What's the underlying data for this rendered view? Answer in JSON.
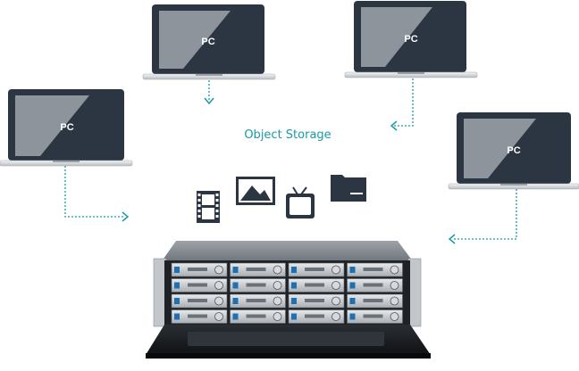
{
  "laptops": [
    {
      "label": "PC"
    },
    {
      "label": "PC"
    },
    {
      "label": "PC"
    },
    {
      "label": "PC"
    }
  ],
  "storage": {
    "label": "Object Storage"
  },
  "icons": [
    "film-icon",
    "image-icon",
    "tv-icon",
    "folder-icon"
  ],
  "colors": {
    "accent": "#1a9aa6",
    "laptop_frame": "#2c3643",
    "screen_glare": "#8e949c"
  }
}
